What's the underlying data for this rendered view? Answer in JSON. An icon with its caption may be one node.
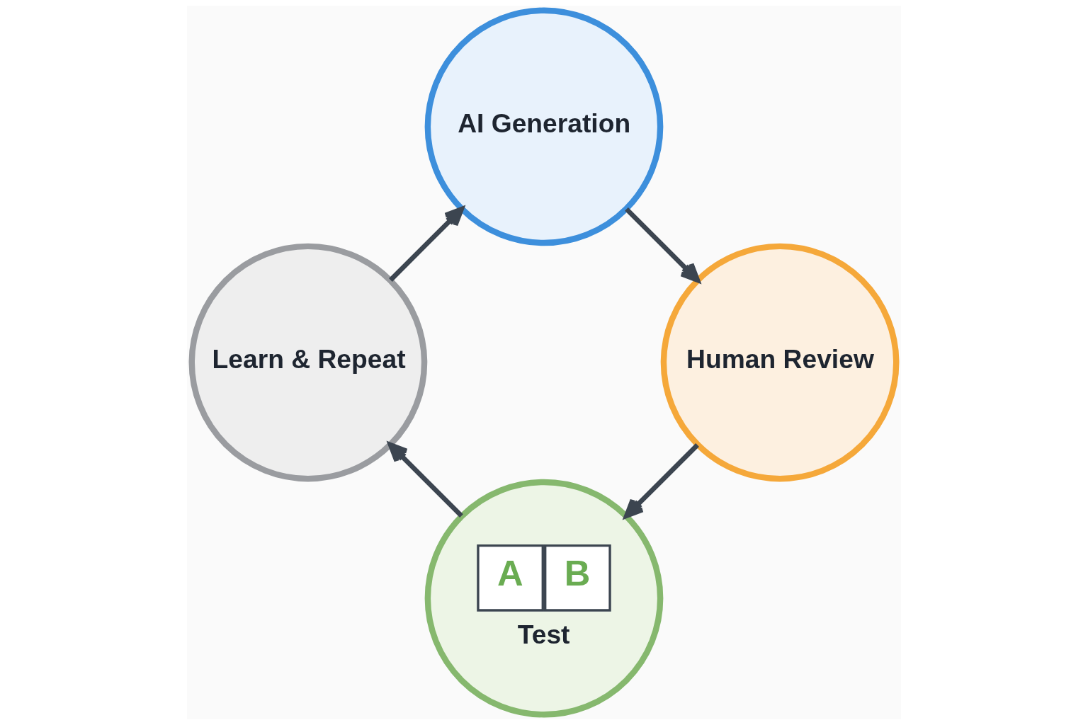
{
  "diagram": {
    "nodes": [
      {
        "text": [
          "AI Generation"
        ]
      },
      {
        "text": [
          "Human Review"
        ]
      },
      {
        "text": [
          "A",
          "B",
          "Test"
        ]
      },
      {
        "text": [
          "Learn & Repeat"
        ]
      }
    ],
    "edges": [
      {
        "from": 0,
        "to": 1,
        "arrow": "to"
      },
      {
        "from": 1,
        "to": 2,
        "arrow": "to"
      },
      {
        "from": 2,
        "to": 3,
        "arrow": "to"
      },
      {
        "from": 3,
        "to": 0,
        "arrow": "to"
      }
    ]
  }
}
